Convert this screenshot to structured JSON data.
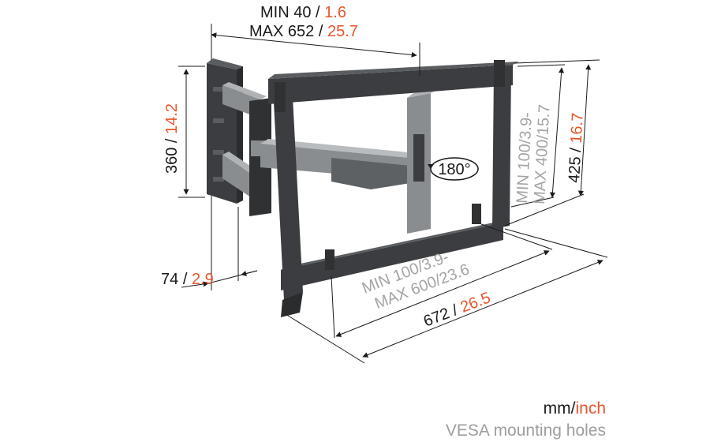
{
  "dimensions": {
    "arm_extension_min": {
      "label": "MIN",
      "mm": "40",
      "inch": "1.6"
    },
    "arm_extension_max": {
      "label": "MAX",
      "mm": "652",
      "inch": "25.7"
    },
    "wall_plate_height": {
      "mm": "360",
      "inch": "14.2"
    },
    "wall_depth": {
      "mm": "74",
      "inch": "2.9"
    },
    "vesa_vertical": {
      "line1": "MIN 100/3.9-",
      "line2": "MAX 400/15.7"
    },
    "frame_height": {
      "mm": "425",
      "inch": "16.7"
    },
    "vesa_horizontal": {
      "line1": "MIN 100/3.9-",
      "line2": "MAX 600/23.6"
    },
    "frame_width": {
      "mm": "672",
      "inch": "26.5"
    },
    "rotation": "180°",
    "separator": "/"
  },
  "footer": {
    "units_mm": "mm/",
    "units_inch": "inch",
    "caption": "VESA mounting holes"
  },
  "colors": {
    "metric": "#1a1a1a",
    "imperial": "#e8542a",
    "vesa_text": "#a4a4a4",
    "frame": "#3b3d40",
    "arm": "#8a8d90"
  }
}
